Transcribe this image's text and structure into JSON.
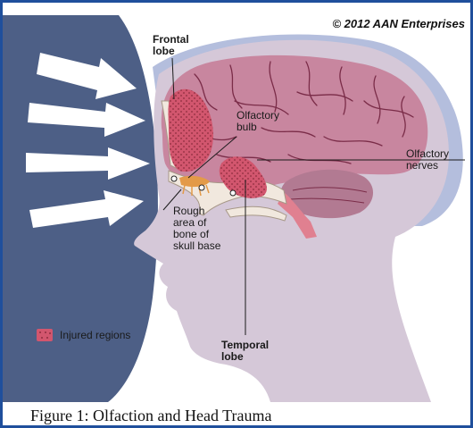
{
  "copyright": "© 2012 AAN Enterprises",
  "labels": {
    "frontal_lobe": "Frontal\nlobe",
    "olfactory_bulb": "Olfactory\nbulb",
    "olfactory_nerves": "Olfactory\nnerves",
    "rough_bone": "Rough\narea of\nbone of\nskull base",
    "temporal_lobe": "Temporal\nlobe"
  },
  "legend": {
    "label": "Injured regions"
  },
  "caption": "Figure 1: Olfaction and Head Trauma",
  "colors": {
    "frame": "#1f4f9c",
    "impact_dark": "#4d5f86",
    "head_halo": "#b4bedd",
    "skin": "#d5c8d8",
    "brain": "#c8869f",
    "injury": "#d2566e",
    "injury_dots": "#8e2c3e",
    "bone": "#f1e8de",
    "bulb_orange": "#e39a48",
    "arrow": "#ffffff"
  },
  "icons": [
    "impact-arrow-icon",
    "injury-swatch-icon"
  ]
}
